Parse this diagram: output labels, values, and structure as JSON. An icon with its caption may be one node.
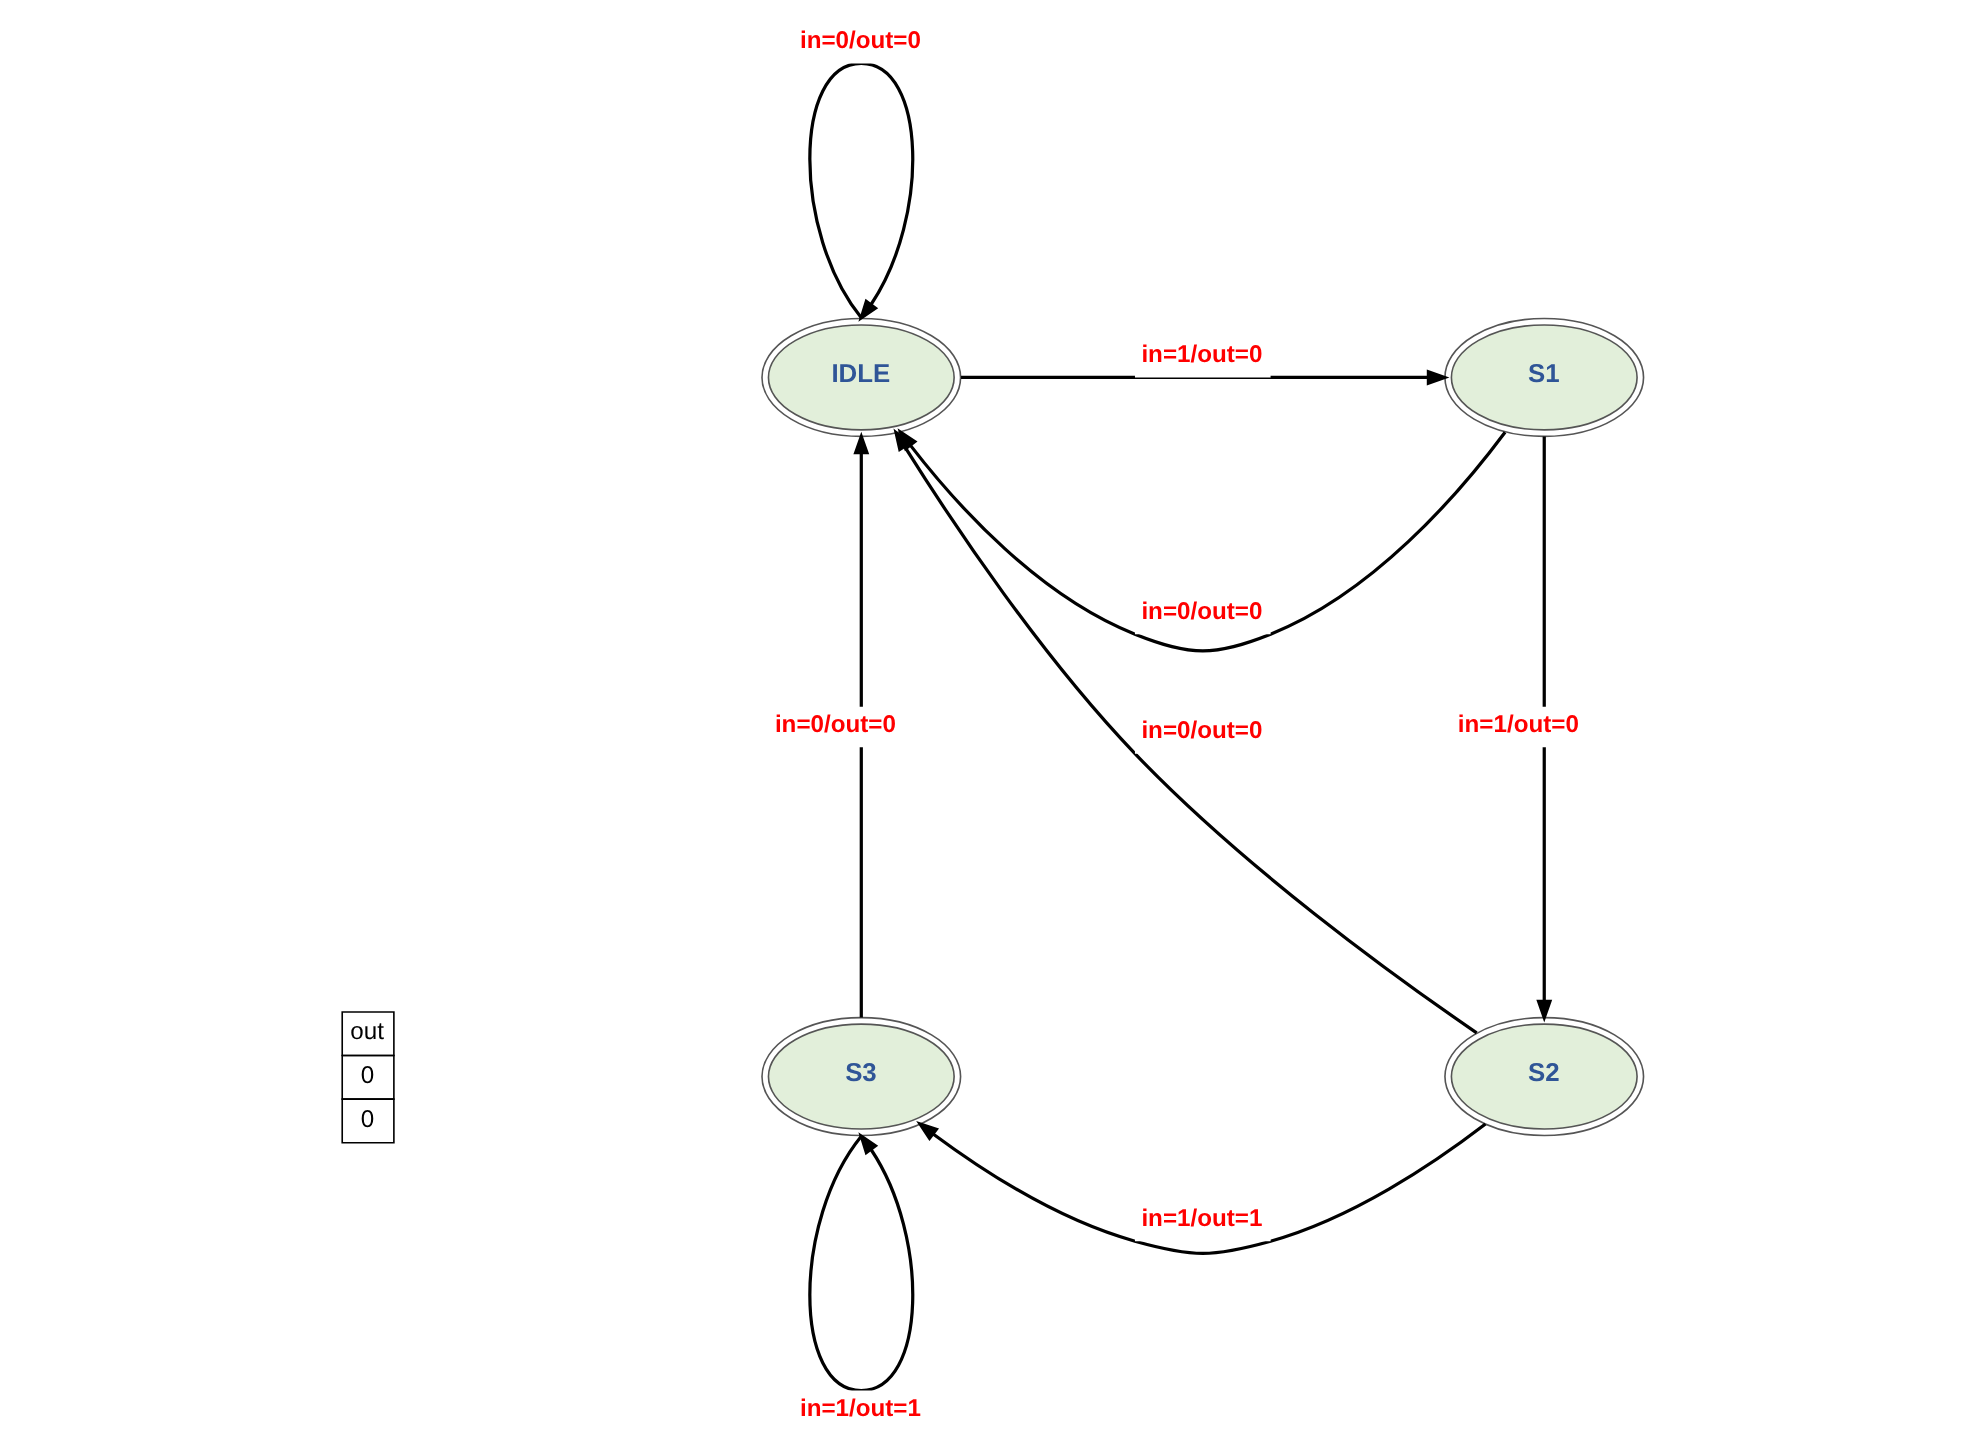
{
  "diagram": {
    "nodes": [
      {
        "text": [
          "IDLE"
        ]
      },
      {
        "text": [
          "S1"
        ]
      },
      {
        "text": [
          "S2"
        ]
      },
      {
        "text": [
          "S3"
        ]
      }
    ],
    "edges": [
      {
        "from": 0,
        "to": 0,
        "arrow": "to",
        "label": "in=0/out=0"
      },
      {
        "from": 1,
        "to": 0,
        "arrow": "to",
        "label": "in=0/out=0"
      },
      {
        "from": 0,
        "to": 1,
        "arrow": "to",
        "label": "in=1/out=0"
      },
      {
        "from": 1,
        "to": 2,
        "arrow": "to",
        "label": "in=1/out=0"
      },
      {
        "from": 2,
        "to": 0,
        "arrow": "to",
        "label": "in=0/out=0"
      },
      {
        "from": 2,
        "to": 3,
        "arrow": "to",
        "label": "in=1/out=1"
      },
      {
        "from": 3,
        "to": 0,
        "arrow": "to",
        "label": "in=0/out=0"
      },
      {
        "from": 3,
        "to": 3,
        "arrow": "to",
        "label": "in=1/out=1"
      }
    ],
    "labels": [
      "out",
      "0",
      "0"
    ]
  }
}
